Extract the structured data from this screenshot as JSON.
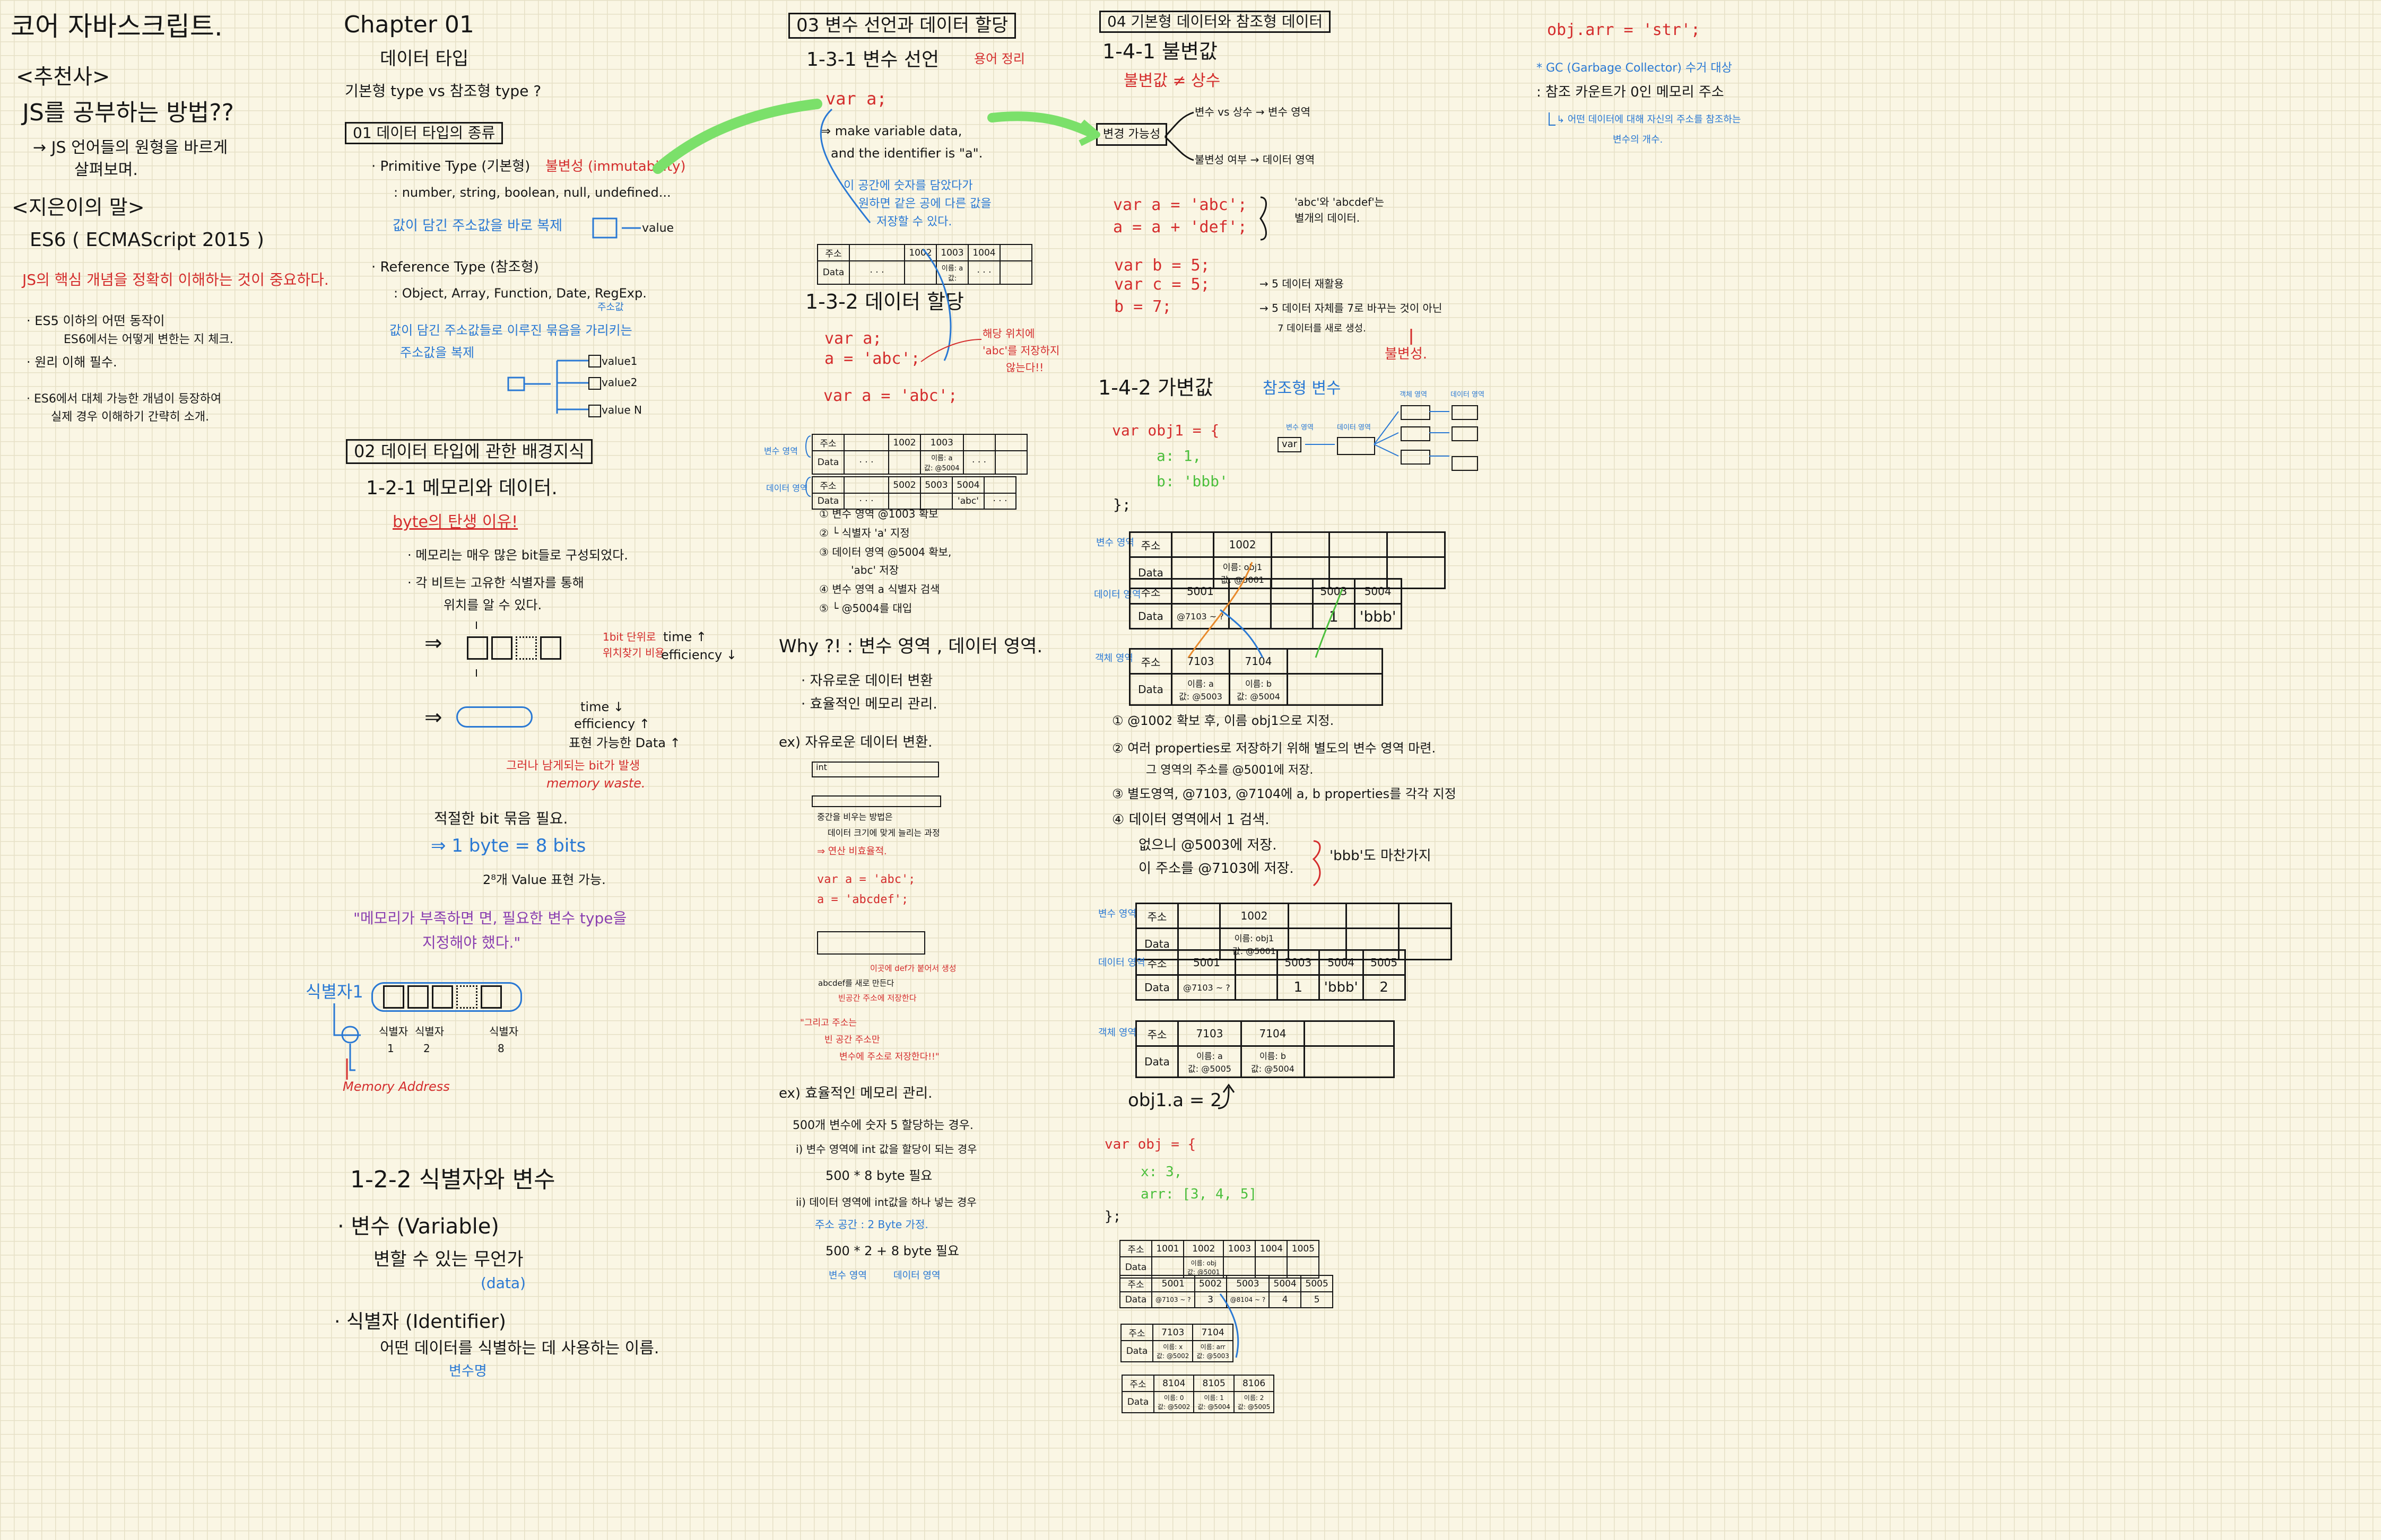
{
  "col1": {
    "title": "코어 자바스크립트.",
    "intro_head": "<추천사>",
    "intro_q": "JS를 공부하는 방법??",
    "intro_arrow": "→ JS 언어들의 원형을 바르게",
    "intro_arrow2": "살펴보며.",
    "author_head": "<지은이의 말>",
    "es6": "ES6 ( ECMAScript 2015 )",
    "core_red": "JS의 핵심 개념을 정확히 이해하는 것이 중요하다.",
    "b1": "· ES5 이하의 어떤 동작이",
    "b1b": "ES6에서는 어떻게 변한는 지 체크.",
    "b2": "· 원리 이해 필수.",
    "b3": "· ES6에서 대체 가능한 개념이 등장하여",
    "b3b": "실제 경우 이해하기 간략히 소개."
  },
  "col2": {
    "chapter": "Chapter 01",
    "sub": "데이터 타입",
    "q": "기본형 type vs 참조형 type ?",
    "s01": "01 데이터 타입의 종류",
    "prim": "· Primitive Type (기본형)",
    "prim_red": "불변성 (immutability)",
    "prim_list": ": number, string, boolean, null, undefined...",
    "prim_blue": "값이 담긴 주소값을 바로 복제",
    "prim_val": "value",
    "ref": "· Reference Type (참조형)",
    "ref_sub": "주소값",
    "ref_list": ": Object, Array, Function, Date, RegExp.",
    "ref_blue1": "값이 담긴 주소값들로 이루진 묶음을 가리키는",
    "ref_blue2": "주소값을 복제",
    "v1": "value1",
    "v2": "value2",
    "vn": "value N",
    "s02": "02 데이터 타입에 관한 배경지식",
    "s121": "1-2-1 메모리와 데이터.",
    "byte_q": "byte의 탄생 이유!",
    "m1": "· 메모리는 매우 많은 bit들로 구성되었다.",
    "m2": "· 각 비트는 고유한 식별자를 통해",
    "m2b": "위치를 알 수 있다.",
    "time_up": "time ↑",
    "eff_down": "efficiency ↓",
    "red_note": "1bit 단위로",
    "red_note2": "위치찾기 비용",
    "time_down": "time ↓",
    "eff_up": "efficiency ↑",
    "expr": "표현 가능한 Data ↑",
    "waste1": "그러나 남게되는 bit가 발생",
    "waste2": "memory waste.",
    "fixed": "적절한 bit 묶음 필요.",
    "byte": "⇒ 1 byte = 8 bits",
    "pow": "2⁸개 Value 표현 가능.",
    "purple1": "\"메모리가 부족하면 면, 필요한 변수 type을",
    "purple2": "지정해야 했다.\"",
    "ident_lbl": "식별자1",
    "id1": "식별자",
    "id1n": "1",
    "id2": "식별자",
    "id2n": "2",
    "id8": "식별자",
    "id8n": "8",
    "mem_addr": "Memory Address",
    "s122": "1-2-2 식별자와 변수",
    "var_h": "· 변수 (Variable)",
    "var_d": "변할 수 있는 무언가",
    "var_data": "(data)",
    "ident_h": "· 식별자 (Identifier)",
    "ident_d": "어떤 데이터를 식별하는 데 사용하는 이름.",
    "ident_name": "변수명"
  },
  "col3": {
    "s03": "03 변수 선언과 데이터 할당",
    "s131": "1-3-1 변수 선언",
    "s131_red": "용어 정리",
    "code1": "var a;",
    "exp1": "⇒ make variable data,",
    "exp2": "and the identifier is \"a\".",
    "blue1": "이 공간에 숫자를 담았다가",
    "blue2": "원하면 같은 공에 다른 값을",
    "blue3": "저장할 수 있다.",
    "t1_addr": "주소",
    "t1_data": "Data",
    "t1_c1": "1002",
    "t1_c2": "1003",
    "t1_c3": "1004",
    "t1_name": "이름: a",
    "t1_val": "값:",
    "s132": "1-3-2 데이터 할당",
    "code2": "var a;",
    "code3": "a = 'abc';",
    "code4": "var a = 'abc';",
    "red_r1": "해당 위치에",
    "red_r2": "'abc'를 저장하지",
    "red_r3": "않는다!!",
    "lbl_var": "변수 영역",
    "lbl_data": "데이터 영역",
    "t2_c1": "1002",
    "t2_c2": "1003",
    "t2_name": "이름: a",
    "t2_val": "값: @5004",
    "t3_c1": "5002",
    "t3_c2": "5003",
    "t3_c3": "5004",
    "t3_val": "'abc'",
    "n1": "① 변수 영역 @1003 확보",
    "n2": "② └ 식별자 'a' 지정",
    "n3": "③ 데이터 영역 @5004 확보,",
    "n3b": "'abc' 저장",
    "n4": "④ 변수 영역 a 식별자 검색",
    "n5": "⑤ └ @5004를 대입",
    "why": "Why ?! : 변수 영역 , 데이터 영역.",
    "why1": "· 자유로운 데이터 변환",
    "why2": "· 효율적인 메모리 관리.",
    "ex1": "ex) 자유로운 데이터 변환.",
    "ex1_int": "int",
    "ex1_note1": "중간을 비우는 방법은",
    "ex1_note2": "데이터 크기에 맞게 늘리는 과정",
    "ex1_red": "⇒ 연산 비효율적.",
    "ex1_code1": "var a = 'abc';",
    "ex1_code2": "a = 'abcdef';",
    "ex1_red2": "이곳에 def가 붙어서 생성",
    "ex1_red3": "abcdef를 새로 만든다",
    "ex1_red4": "빈공간 주소에 저장한다",
    "quote1": "\"그리고 주소는",
    "quote2": "빈 공간 주소만",
    "quote3": "변수에 주소로 저장한다!!\"",
    "ex2": "ex) 효율적인 메모리 관리.",
    "ex2_1": "500개 변수에 숫자 5 할당하는 경우.",
    "ex2_2": "i) 변수 영역에 int 값을 할당이 되는 경우",
    "ex2_3": "500 * 8 byte 필요",
    "ex2_4": "ii) 데이터 영역에 int값을 하나 넣는 경우",
    "ex2_5": "주소 공간 : 2 Byte 가정.",
    "ex2_6": "500 * 2 + 8 byte 필요",
    "ex2_7": "변수 영역",
    "ex2_8": "데이터 영역"
  },
  "col4": {
    "s04": "04 기본형 데이터와 참조형 데이터",
    "s141": "1-4-1 불변값",
    "neq": "불변값 ≠ 상수",
    "change": "변경 가능성",
    "c1": "변수 vs 상수 → 변수 영역",
    "c2": "불변성 여부 → 데이터 영역",
    "code1": "var a = 'abc';",
    "code2": "a = a + 'def';",
    "note1": "'abc'와 'abcdef'는",
    "note2": "별개의 데이터.",
    "code3": "var b = 5;",
    "code4": "var c = 5;",
    "code5": "b = 7;",
    "note3": "→ 5 데이터 재활용",
    "note4": "→ 5 데이터 자체를 7로 바꾸는 것이 아닌",
    "note5": "7 데이터를 새로 생성.",
    "note6": "불변성.",
    "s142": "1-4-2 가변값",
    "ref": "참조형 변수",
    "obj1": "var obj1 = {",
    "obj1a": "a: 1,",
    "obj1b": "b: 'bbb'",
    "obj1c": "};",
    "fig_var": "var",
    "fig_l1": "변수 영역",
    "fig_l2": "데이터 영역",
    "fig_l3": "객체 영역",
    "fig_l4": "데이터 영역",
    "tA_addr": "주소",
    "tA_data": "Data",
    "tA_c": "1002",
    "tA_name": "이름: obj1",
    "tA_val": "값: @5001",
    "tB_c1": "5001",
    "tB_c3": "5003",
    "tB_c4": "5004",
    "tB_v1": "@7103 ~ ?",
    "tB_v3": "1",
    "tB_v4": "'bbb'",
    "tC_c1": "7103",
    "tC_c2": "7104",
    "tC_n1": "이름: a",
    "tC_v1": "값: @5003",
    "tC_n2": "이름: b",
    "tC_v2": "값: @5004",
    "var_area": "변수 영역",
    "data_area": "데이터 영역",
    "obj_area": "객체 영역",
    "p1": "① @1002 확보 후, 이름 obj1으로 지정.",
    "p2": "② 여러 properties로 저장하기 위해 별도의 변수 영역 마련.",
    "p2b": "그 영역의 주소를 @5001에 저장.",
    "p3": "③ 별도영역, @7103, @7104에 a, b properties를 각각 지정",
    "p4": "④ 데이터 영역에서 1 검색.",
    "p4b": "없으니 @5003에 저장.",
    "p4c": "이 주소를 @7103에 저장.",
    "p4d": "'bbb'도 마찬가지",
    "tD_c": "1002",
    "tD_name": "이름: obj1",
    "tD_val": "값: @5001",
    "tE_c1": "5001",
    "tE_c3": "5003",
    "tE_c4": "5004",
    "tE_c5": "5005",
    "tE_v1": "@7103 ~ ?",
    "tE_v3": "1",
    "tE_v4": "'bbb'",
    "tE_v5": "2",
    "tF_c1": "7103",
    "tF_c2": "7104",
    "tF_n1": "이름: a",
    "tF_v1": "값: @5005",
    "tF_n2": "이름: b",
    "tF_v2": "값: @5004",
    "assign": "obj1.a = 2",
    "obj2": "var obj = {",
    "obj2a": "x: 3,",
    "obj2b": "arr: [3, 4, 5]",
    "obj2c": "};",
    "tG_addr": "주소",
    "tG_cols": [
      "1001",
      "1002",
      "1003",
      "1004",
      "1005"
    ],
    "tG_v": "이름: obj",
    "tG_v2": "값: @5001",
    "tH_cols": [
      "5001",
      "5002",
      "5003",
      "5004",
      "5005"
    ],
    "tH_vals": [
      "@7103 ~ ?",
      "3",
      "@8104 ~ ?",
      "4",
      "5"
    ],
    "tI_cols": [
      "7103",
      "7104"
    ],
    "tI_n1": "이름: x",
    "tI_v1": "값: @5002",
    "tI_n2": "이름: arr",
    "tI_v2": "값: @5003",
    "tJ_cols": [
      "8104",
      "8105",
      "8106"
    ],
    "tJ_n": [
      "이름: 0",
      "이름: 1",
      "이름: 2"
    ],
    "tJ_v": [
      "값: @5002",
      "값: @5004",
      "값: @5005"
    ]
  },
  "col5": {
    "code": "obj.arr = 'str';",
    "gc": "* GC (Garbage Collector) 수거 대상",
    "gc2": ": 참조 카운트가 0인 메모리 주소",
    "gc3": "↳ 어떤 데이터에 대해 자신의 주소를 참조하는",
    "gc4": "변수의 개수."
  },
  "colors": {
    "ink": "#161616",
    "red": "#d42d2d",
    "blue": "#2a79d4",
    "green": "#4bbf3c",
    "purple": "#8a3fb0",
    "grid": "#e6e0c6",
    "paper": "#faf6e4"
  }
}
